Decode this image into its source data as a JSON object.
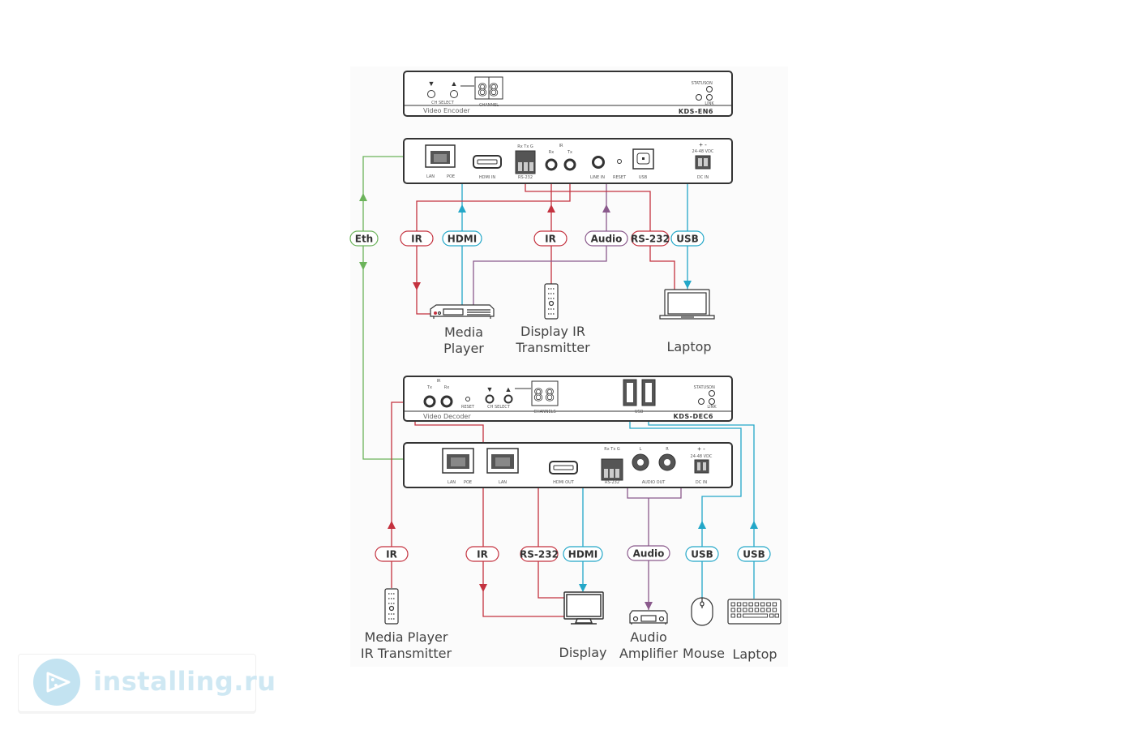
{
  "colors": {
    "eth": "#6bb35a",
    "ir": "#c4323f",
    "hdmi": "#23a7c8",
    "audio": "#8a5a8c",
    "rs232": "#c4323f",
    "usb": "#23a7c8",
    "device": "#333333"
  },
  "encoder_front": {
    "model": "KDS-EN6",
    "type_label": "Video Encoder",
    "ch_select_label": "CH SELECT",
    "channel_label": "CHANNEL",
    "status_label": "STATUS",
    "on_label": "ON",
    "link_label": "LINK",
    "digits": "88",
    "down_glyph": "▼",
    "up_glyph": "▲"
  },
  "encoder_rear": {
    "lan_label": "LAN",
    "poe_label": "POE",
    "hdmi_in_label": "HDMI IN",
    "rs232_pins": "Rx Tx G",
    "rs232_label": "RS-232",
    "ir_label": "IR",
    "ir_rx_label": "Rx",
    "ir_tx_label": "Tx",
    "line_in_label": "LINE IN",
    "reset_label": "RESET",
    "usb_label": "USB",
    "dc_polarity": "+  -",
    "dc_voltage": "24-48 VDC",
    "dc_in_label": "DC IN"
  },
  "decoder_front": {
    "model": "KDS-DEC6",
    "type_label": "Video Decoder",
    "ir_label": "IR",
    "ir_tx_label": "Tx",
    "ir_rx_label": "Rx",
    "reset_label": "RESET",
    "ch_select_label": "CH SELECT",
    "channels_label": "CHANNELS",
    "usb_label": "USB",
    "status_label": "STATUS",
    "on_label": "ON",
    "link_label": "LINK",
    "digits": "88",
    "down_glyph": "▼",
    "up_glyph": "▲"
  },
  "decoder_rear": {
    "lan_poe_label": "LAN",
    "poe_label": "POE",
    "lan2_label": "LAN",
    "hdmi_out_label": "HDMI OUT",
    "rs232_pins": "Rx Tx G",
    "rs232_label": "RS-232",
    "audio_l_label": "L",
    "audio_r_label": "R",
    "audio_out_label": "AUDIO OUT",
    "dc_polarity": "+  -",
    "dc_voltage": "24-48 VDC",
    "dc_in_label": "DC IN"
  },
  "encoder_connections": {
    "eth": "Eth",
    "ir_player": "IR",
    "hdmi": "HDMI",
    "ir_transmitter": "IR",
    "audio": "Audio",
    "rs232": "RS-232",
    "usb": "USB"
  },
  "decoder_connections": {
    "ir_transmitter": "IR",
    "ir_display": "IR",
    "rs232": "RS-232",
    "hdmi": "HDMI",
    "audio": "Audio",
    "usb_mouse": "USB",
    "usb_keyboard": "USB"
  },
  "devices": {
    "media_player": [
      "Media",
      "Player"
    ],
    "display_ir_transmitter": [
      "Display IR",
      "Transmitter"
    ],
    "laptop_top": "Laptop",
    "media_player_ir_transmitter": [
      "Media Player",
      "IR Transmitter"
    ],
    "display": "Display",
    "audio_amplifier": [
      "Audio",
      "Amplifier"
    ],
    "mouse": "Mouse",
    "laptop_bottom": "Laptop"
  },
  "watermark": {
    "text": "installing.ru"
  }
}
